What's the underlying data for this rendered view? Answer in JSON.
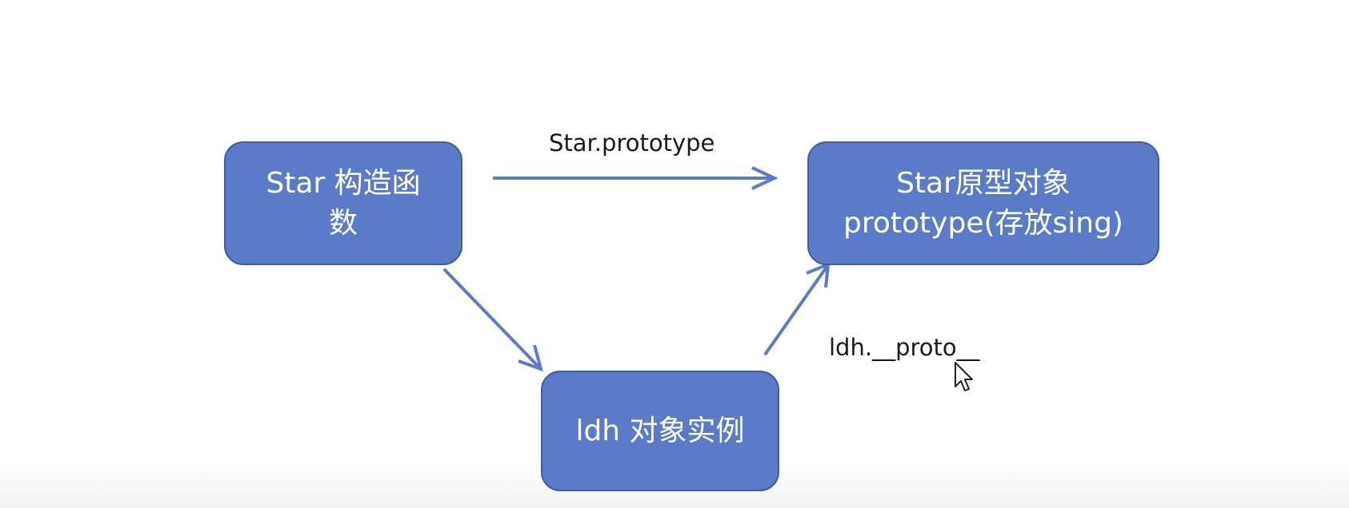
{
  "diagram": {
    "nodes": {
      "constructor": {
        "lines": [
          "Star 构造函",
          "数"
        ]
      },
      "prototype_object": {
        "lines": [
          "Star原型对象",
          "prototype(存放sing)"
        ]
      },
      "instance": {
        "lines": [
          "ldh 对象实例"
        ]
      }
    },
    "edges": {
      "constructor_to_prototype": {
        "label": "Star.prototype"
      },
      "constructor_to_instance": {
        "label": ""
      },
      "instance_to_prototype": {
        "label": "ldh.__proto__"
      }
    },
    "colors": {
      "node_fill": "#5b7bc8",
      "node_border": "#3f5d9f",
      "arrow": "#5b7bc8",
      "node_text": "#ffffff",
      "label_text": "#1a1a1a"
    },
    "cursor_icon": "mouse-pointer-icon"
  }
}
